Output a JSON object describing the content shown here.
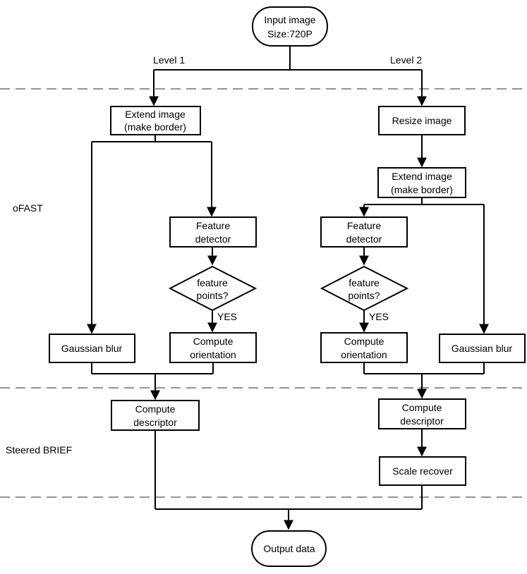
{
  "nodes": {
    "input": {
      "line1": "Input image",
      "line2": "Size:720P"
    },
    "level1": "Level 1",
    "level2": "Level 2",
    "extend_l": {
      "line1": "Extend image",
      "line2": "(make border)"
    },
    "resize_r": "Resize image",
    "extend_r": {
      "line1": "Extend image",
      "line2": "(make border)"
    },
    "feature_l": {
      "line1": "Feature",
      "line2": "detector"
    },
    "feature_r": {
      "line1": "Feature",
      "line2": "detector"
    },
    "decision_l": {
      "line1": "feature",
      "line2": "points?"
    },
    "decision_r": {
      "line1": "feature",
      "line2": "points?"
    },
    "yes_l": "YES",
    "yes_r": "YES",
    "gauss_l": "Gaussian blur",
    "gauss_r": "Gaussian blur",
    "orient_l": {
      "line1": "Compute",
      "line2": "orientation"
    },
    "orient_r": {
      "line1": "Compute",
      "line2": "orientation"
    },
    "desc_l": {
      "line1": "Compute",
      "line2": "descriptor"
    },
    "desc_r": {
      "line1": "Compute",
      "line2": "descriptor"
    },
    "scale_r": "Scale recover",
    "output": "Output data"
  },
  "sections": {
    "ofast": "oFAST",
    "brief": "Steered BRIEF"
  }
}
